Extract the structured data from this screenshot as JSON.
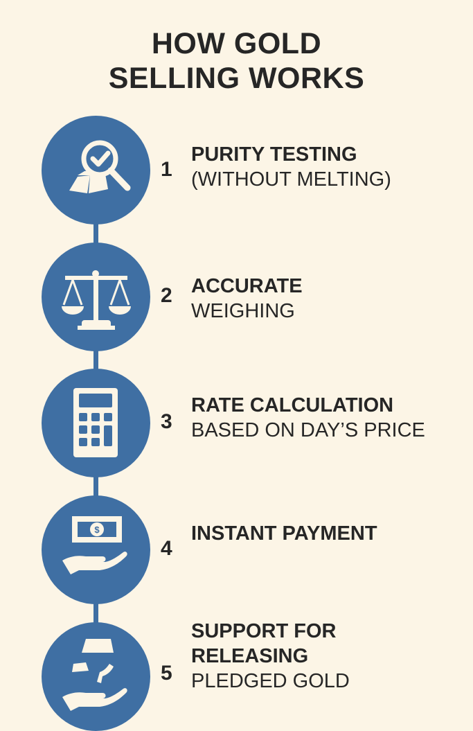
{
  "title": {
    "line1": "HOW GOLD",
    "line2": "SELLING WORKS"
  },
  "colors": {
    "background": "#fcf5e6",
    "accent": "#3f6fa3",
    "icon": "#fcf5e6",
    "text": "#262626"
  },
  "steps": [
    {
      "number": "1",
      "title": "PURITY TESTING",
      "subtitle": "(WITHOUT MELTING)",
      "icon": "magnifier-check-gold-bar-icon"
    },
    {
      "number": "2",
      "title": "ACCURATE",
      "subtitle": "WEIGHING",
      "icon": "balance-scale-icon"
    },
    {
      "number": "3",
      "title": "RATE CALCULATION",
      "subtitle": "BASED ON DAY’S PRICE",
      "icon": "calculator-icon"
    },
    {
      "number": "4",
      "title": "INSTANT PAYMENT",
      "subtitle": "",
      "icon": "cash-in-hand-icon"
    },
    {
      "number": "5",
      "title_line1": "SUPPORT FOR",
      "title_line2": "RELEASING",
      "subtitle": "PLEDGED GOLD",
      "icon": "gold-release-hand-icon"
    }
  ]
}
